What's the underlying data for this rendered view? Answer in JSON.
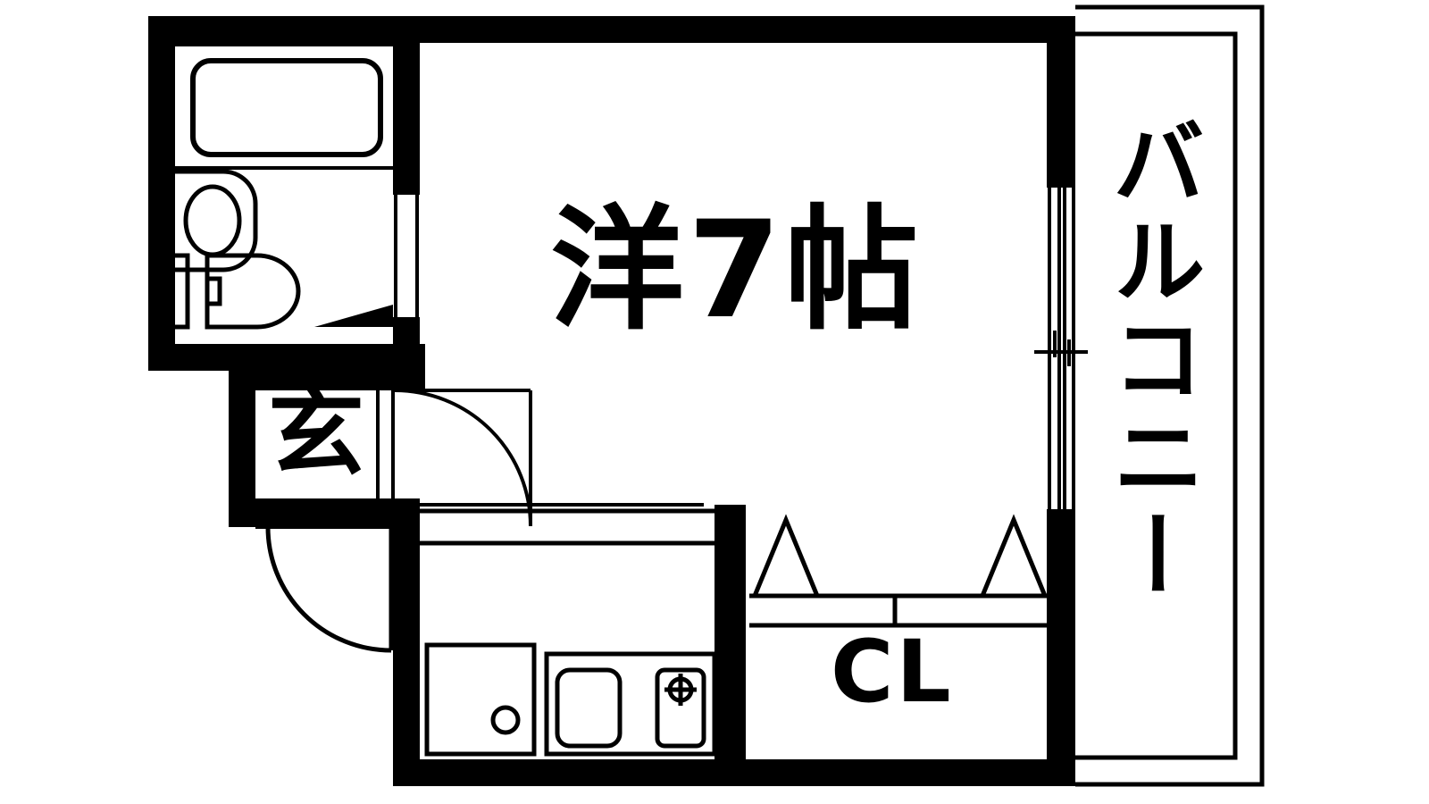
{
  "plan": {
    "type": "floor-plan",
    "layout_code": "1K",
    "orientation": "balcony on east (right)",
    "background_color": "#ffffff",
    "wall_color": "#000000",
    "line_color": "#000000",
    "labels": {
      "room": "洋7帖",
      "entrance": "玄",
      "closet": "CL",
      "balcony": "バルコニー"
    },
    "rooms": [
      {
        "name": "western-room",
        "label": "洋7帖",
        "meaning": "Western-style room, 7 tatami mats",
        "size_jo": 7
      },
      {
        "name": "entrance",
        "label": "玄",
        "meaning": "Genkan / entrance"
      },
      {
        "name": "closet",
        "label": "CL",
        "meaning": "Closet with sliding doors"
      },
      {
        "name": "balcony",
        "label": "バルコニー",
        "meaning": "Balcony"
      },
      {
        "name": "unit-bath",
        "label": "",
        "meaning": "Bath, washbasin and toilet"
      },
      {
        "name": "kitchen",
        "label": "",
        "meaning": "Kitchen with sink, gas burner and washing machine space"
      }
    ],
    "fixtures": [
      {
        "name": "bathtub",
        "shape": "rounded-rectangle"
      },
      {
        "name": "washbasin",
        "shape": "oval"
      },
      {
        "name": "toilet",
        "shape": "rounded-capsule"
      },
      {
        "name": "kitchen-sink",
        "shape": "rounded-rectangle"
      },
      {
        "name": "gas-burner",
        "shape": "circle-with-crosshair"
      },
      {
        "name": "washing-machine-pan",
        "shape": "square-with-drain-circle"
      },
      {
        "name": "closet-sliding-doors",
        "shape": "double-triangle"
      },
      {
        "name": "balcony-sliding-window",
        "shape": "double-glazing-lines"
      },
      {
        "name": "entrance-door",
        "shape": "quarter-arc-swing"
      },
      {
        "name": "hall-door",
        "shape": "quarter-arc-swing"
      },
      {
        "name": "bath-door",
        "shape": "folding-door-triangle"
      }
    ]
  }
}
